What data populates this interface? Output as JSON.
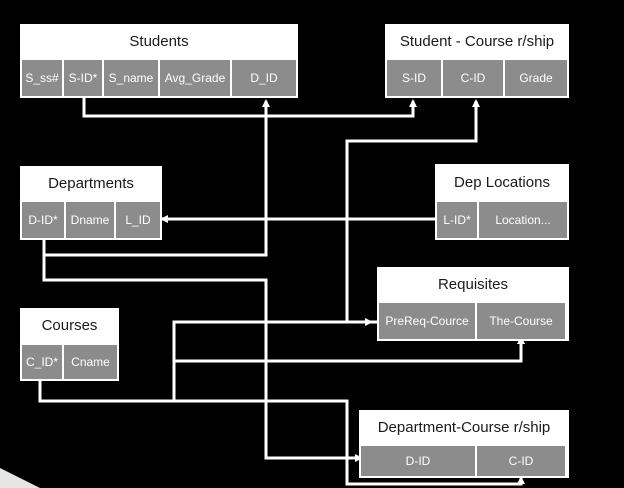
{
  "diagram": {
    "entities": {
      "students": {
        "title": "Students",
        "attributes": [
          "S_ss#",
          "S-ID*",
          "S_name",
          "Avg_Grade",
          "D_ID"
        ]
      },
      "student_course": {
        "title": "Student - Course r/ship",
        "attributes": [
          "S-ID",
          "C-ID",
          "Grade"
        ]
      },
      "departments": {
        "title": "Departments",
        "attributes": [
          "D-ID*",
          "Dname",
          "L_ID"
        ]
      },
      "dep_locations": {
        "title": "Dep Locations",
        "attributes": [
          "L-ID*",
          "Location..."
        ]
      },
      "requisites": {
        "title": "Requisites",
        "attributes": [
          "PreReq-Cource",
          "The-Course"
        ]
      },
      "courses": {
        "title": "Courses",
        "attributes": [
          "C_ID*",
          "Cname"
        ]
      },
      "department_course": {
        "title": "Department-Course r/ship",
        "attributes": [
          "D-ID",
          "C-ID"
        ]
      }
    },
    "colors": {
      "background": "#000000",
      "header": "#ffffff",
      "attribute": "#8c8c8c",
      "line": "#ffffff"
    }
  }
}
